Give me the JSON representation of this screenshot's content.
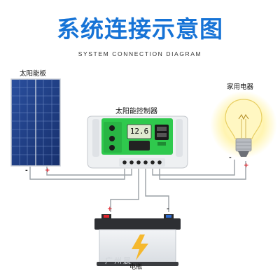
{
  "title": "系统连接示意图",
  "subtitle": "SYSTEM CONNECTION DIAGRAM",
  "labels": {
    "solar_panel": "太阳能板",
    "controller": "太阳能控制器",
    "load": "家用电器",
    "battery": "电瓶"
  },
  "controller_display": "12.6",
  "terminals": {
    "negative": "-",
    "positive": "+"
  },
  "watermark": "广州晨",
  "colors": {
    "title": "#1673d6",
    "controller_panel": "#2fc94d",
    "wire": "#9aa0a6",
    "positive": "#e0262e",
    "bulb_glow": "#fff3a8"
  }
}
